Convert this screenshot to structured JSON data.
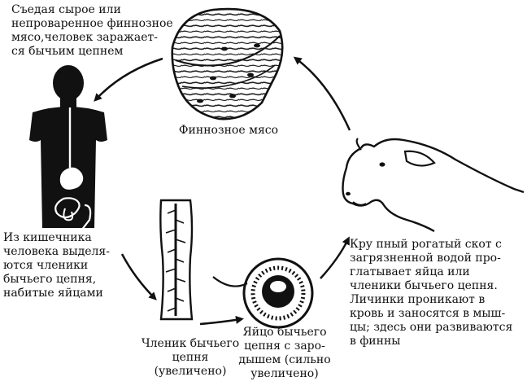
{
  "labels": {
    "eat_meat": "Съедая сырое или\nнепроваренное финнозное\nмясо,человек заражает-\nся бычьим цепнем",
    "infected_meat": "Финнозное мясо",
    "intestine": "Из кишечника\nчеловека выделя-\nются членики\nбычьего цепня,\nнабитые яйцами",
    "segment": "Членик бычьего\nцепня (увеличено)",
    "egg": "Яйцо бычьего\nцепня с заро-\nдышем (сильно\nувеличено)",
    "cattle": "Кру пный рогатый скот с\nзагрязненной водой про-\nглатывает яйца или\nчленики бычьего цепня.\nЛичинки проникают в\nкровь и заносятся в мыш-\nцы; здесь они развиваются\nв финны"
  },
  "colors": {
    "ink": "#111111",
    "background": "#ffffff"
  }
}
